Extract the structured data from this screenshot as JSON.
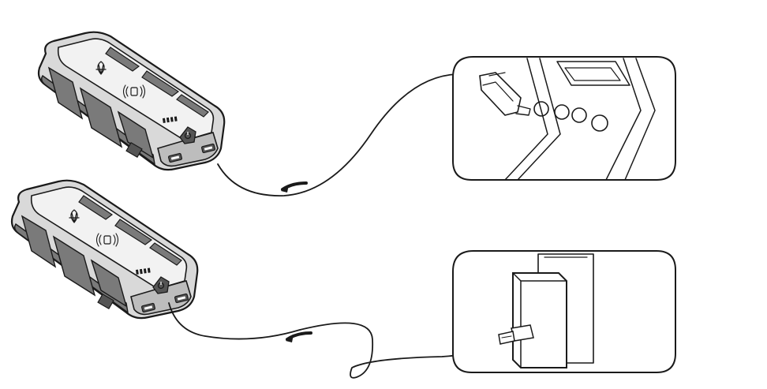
{
  "colors": {
    "ink": "#1a1a1a",
    "shell_fill": "#d9d9d9",
    "panel_fill": "#7a7a7a",
    "face_fill": "#f2f2f2",
    "port_fill": "#555555",
    "background": "#ffffff"
  },
  "icons": {
    "device_logo": "shell-logo-icon",
    "wireless": "wireless-charging-icon",
    "battery_level": "battery-level-icon",
    "power_button": "power-button-icon",
    "direction_arrow": "arrow-left-icon"
  },
  "scenes": [
    {
      "device": "power-bank",
      "source": "car-cigarette-lighter-socket"
    },
    {
      "device": "power-bank",
      "source": "wall-outlet-adapter"
    }
  ]
}
